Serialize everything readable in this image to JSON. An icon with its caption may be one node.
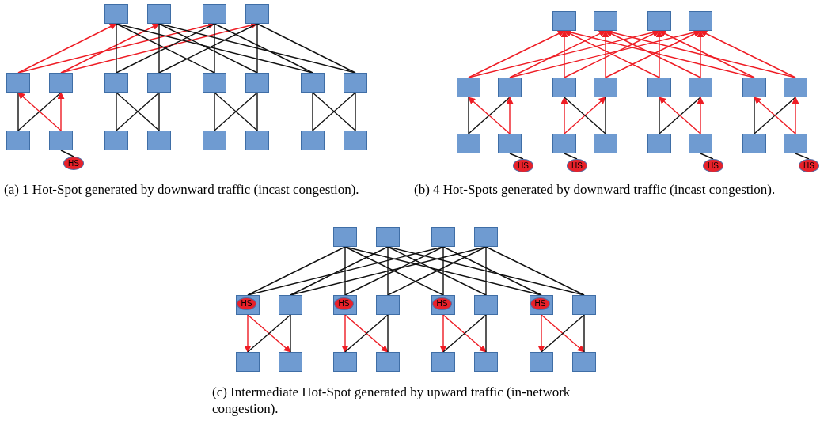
{
  "diagram": {
    "nodes": [
      {
        "text": [],
        "shape": "box"
      },
      {
        "text": [],
        "shape": "box"
      },
      {
        "text": [],
        "shape": "box"
      },
      {
        "text": [],
        "shape": "box"
      },
      {
        "text": [],
        "shape": "box"
      },
      {
        "text": [],
        "shape": "box"
      },
      {
        "text": [],
        "shape": "box"
      },
      {
        "text": [],
        "shape": "box"
      },
      {
        "text": [],
        "shape": "box"
      },
      {
        "text": [],
        "shape": "box"
      },
      {
        "text": [],
        "shape": "box"
      },
      {
        "text": [],
        "shape": "box"
      },
      {
        "text": [],
        "shape": "box"
      },
      {
        "text": [],
        "shape": "box"
      },
      {
        "text": [],
        "shape": "box"
      },
      {
        "text": [],
        "shape": "box"
      },
      {
        "text": [],
        "shape": "box"
      },
      {
        "text": [],
        "shape": "box"
      },
      {
        "text": [],
        "shape": "box"
      },
      {
        "text": [],
        "shape": "box"
      },
      {
        "text": [
          "HS"
        ]
      },
      {
        "text": [],
        "shape": "box"
      },
      {
        "text": [],
        "shape": "box"
      },
      {
        "text": [],
        "shape": "box"
      },
      {
        "text": [],
        "shape": "box"
      },
      {
        "text": [],
        "shape": "box"
      },
      {
        "text": [],
        "shape": "box"
      },
      {
        "text": [],
        "shape": "box"
      },
      {
        "text": [],
        "shape": "box"
      },
      {
        "text": [],
        "shape": "box"
      },
      {
        "text": [],
        "shape": "box"
      },
      {
        "text": [],
        "shape": "box"
      },
      {
        "text": [],
        "shape": "box"
      },
      {
        "text": [],
        "shape": "box"
      },
      {
        "text": [],
        "shape": "box"
      },
      {
        "text": [],
        "shape": "box"
      },
      {
        "text": [],
        "shape": "box"
      },
      {
        "text": [],
        "shape": "box"
      },
      {
        "text": [],
        "shape": "box"
      },
      {
        "text": [],
        "shape": "box"
      },
      {
        "text": [],
        "shape": "box"
      },
      {
        "text": [
          "HS"
        ]
      },
      {
        "text": [
          "HS"
        ]
      },
      {
        "text": [
          "HS"
        ]
      },
      {
        "text": [
          "HS"
        ]
      },
      {
        "text": [],
        "shape": "box"
      },
      {
        "text": [],
        "shape": "box"
      },
      {
        "text": [],
        "shape": "box"
      },
      {
        "text": [],
        "shape": "box"
      },
      {
        "text": [],
        "shape": "box"
      },
      {
        "text": [],
        "shape": "box"
      },
      {
        "text": [],
        "shape": "box"
      },
      {
        "text": [],
        "shape": "box"
      },
      {
        "text": [],
        "shape": "box"
      },
      {
        "text": [],
        "shape": "box"
      },
      {
        "text": [],
        "shape": "box"
      },
      {
        "text": [],
        "shape": "box"
      },
      {
        "text": [],
        "shape": "box"
      },
      {
        "text": [],
        "shape": "box"
      },
      {
        "text": [],
        "shape": "box"
      },
      {
        "text": [],
        "shape": "box"
      },
      {
        "text": [],
        "shape": "box"
      },
      {
        "text": [],
        "shape": "box"
      },
      {
        "text": [],
        "shape": "box"
      },
      {
        "text": [],
        "shape": "box"
      },
      {
        "text": [
          "HS"
        ],
        "in": 49
      },
      {
        "text": [
          "HS"
        ],
        "in": 51
      },
      {
        "text": [
          "HS"
        ],
        "in": 53
      },
      {
        "text": [
          "HS"
        ],
        "in": 55
      }
    ],
    "edges": [
      {
        "from": 4,
        "to": 0,
        "arrow": "to",
        "color": "#ee1c24"
      },
      {
        "from": 4,
        "to": 2,
        "arrow": "to",
        "color": "#ee1c24"
      },
      {
        "from": 5,
        "to": 1,
        "arrow": "to",
        "color": "#ee1c24"
      },
      {
        "from": 5,
        "to": 3,
        "arrow": "to",
        "color": "#ee1c24"
      },
      {
        "from": 6,
        "to": 0,
        "arrow": "none"
      },
      {
        "from": 6,
        "to": 2,
        "arrow": "none"
      },
      {
        "from": 7,
        "to": 1,
        "arrow": "none"
      },
      {
        "from": 7,
        "to": 3,
        "arrow": "none"
      },
      {
        "from": 8,
        "to": 0,
        "arrow": "none"
      },
      {
        "from": 8,
        "to": 2,
        "arrow": "none"
      },
      {
        "from": 9,
        "to": 1,
        "arrow": "none"
      },
      {
        "from": 9,
        "to": 3,
        "arrow": "none"
      },
      {
        "from": 10,
        "to": 0,
        "arrow": "none"
      },
      {
        "from": 10,
        "to": 2,
        "arrow": "none"
      },
      {
        "from": 11,
        "to": 1,
        "arrow": "none"
      },
      {
        "from": 11,
        "to": 3,
        "arrow": "none"
      },
      {
        "from": 12,
        "to": 4,
        "arrow": "none"
      },
      {
        "from": 12,
        "to": 5,
        "arrow": "none"
      },
      {
        "from": 13,
        "to": 4,
        "arrow": "to",
        "color": "#ee1c24"
      },
      {
        "from": 13,
        "to": 5,
        "arrow": "to",
        "color": "#ee1c24"
      },
      {
        "from": 14,
        "to": 6,
        "arrow": "none"
      },
      {
        "from": 14,
        "to": 7,
        "arrow": "none"
      },
      {
        "from": 15,
        "to": 6,
        "arrow": "none"
      },
      {
        "from": 15,
        "to": 7,
        "arrow": "none"
      },
      {
        "from": 16,
        "to": 8,
        "arrow": "none"
      },
      {
        "from": 16,
        "to": 9,
        "arrow": "none"
      },
      {
        "from": 17,
        "to": 8,
        "arrow": "none"
      },
      {
        "from": 17,
        "to": 9,
        "arrow": "none"
      },
      {
        "from": 18,
        "to": 10,
        "arrow": "none"
      },
      {
        "from": 18,
        "to": 11,
        "arrow": "none"
      },
      {
        "from": 19,
        "to": 10,
        "arrow": "none"
      },
      {
        "from": 19,
        "to": 11,
        "arrow": "none"
      },
      {
        "from": 20,
        "to": 13,
        "arrow": "none"
      },
      {
        "from": 25,
        "to": 21,
        "arrow": "to",
        "color": "#ee1c24"
      },
      {
        "from": 25,
        "to": 23,
        "arrow": "to",
        "color": "#ee1c24"
      },
      {
        "from": 26,
        "to": 22,
        "arrow": "to",
        "color": "#ee1c24"
      },
      {
        "from": 26,
        "to": 24,
        "arrow": "to",
        "color": "#ee1c24"
      },
      {
        "from": 27,
        "to": 21,
        "arrow": "to",
        "color": "#ee1c24"
      },
      {
        "from": 27,
        "to": 23,
        "arrow": "to",
        "color": "#ee1c24"
      },
      {
        "from": 28,
        "to": 22,
        "arrow": "to",
        "color": "#ee1c24"
      },
      {
        "from": 28,
        "to": 24,
        "arrow": "to",
        "color": "#ee1c24"
      },
      {
        "from": 29,
        "to": 21,
        "arrow": "to",
        "color": "#ee1c24"
      },
      {
        "from": 29,
        "to": 23,
        "arrow": "to",
        "color": "#ee1c24"
      },
      {
        "from": 30,
        "to": 22,
        "arrow": "to",
        "color": "#ee1c24"
      },
      {
        "from": 30,
        "to": 24,
        "arrow": "to",
        "color": "#ee1c24"
      },
      {
        "from": 31,
        "to": 21,
        "arrow": "to",
        "color": "#ee1c24"
      },
      {
        "from": 31,
        "to": 23,
        "arrow": "to",
        "color": "#ee1c24"
      },
      {
        "from": 32,
        "to": 22,
        "arrow": "to",
        "color": "#ee1c24"
      },
      {
        "from": 32,
        "to": 24,
        "arrow": "to",
        "color": "#ee1c24"
      },
      {
        "from": 33,
        "to": 25,
        "arrow": "none"
      },
      {
        "from": 33,
        "to": 26,
        "arrow": "none"
      },
      {
        "from": 34,
        "to": 25,
        "arrow": "to",
        "color": "#ee1c24"
      },
      {
        "from": 34,
        "to": 26,
        "arrow": "to",
        "color": "#ee1c24"
      },
      {
        "from": 35,
        "to": 27,
        "arrow": "to",
        "color": "#ee1c24"
      },
      {
        "from": 35,
        "to": 28,
        "arrow": "to",
        "color": "#ee1c24"
      },
      {
        "from": 36,
        "to": 27,
        "arrow": "none"
      },
      {
        "from": 36,
        "to": 28,
        "arrow": "none"
      },
      {
        "from": 37,
        "to": 29,
        "arrow": "none"
      },
      {
        "from": 37,
        "to": 30,
        "arrow": "none"
      },
      {
        "from": 38,
        "to": 29,
        "arrow": "to",
        "color": "#ee1c24"
      },
      {
        "from": 38,
        "to": 30,
        "arrow": "to",
        "color": "#ee1c24"
      },
      {
        "from": 39,
        "to": 31,
        "arrow": "none"
      },
      {
        "from": 39,
        "to": 32,
        "arrow": "none"
      },
      {
        "from": 40,
        "to": 31,
        "arrow": "to",
        "color": "#ee1c24"
      },
      {
        "from": 40,
        "to": 32,
        "arrow": "to",
        "color": "#ee1c24"
      },
      {
        "from": 41,
        "to": 34,
        "arrow": "none"
      },
      {
        "from": 42,
        "to": 35,
        "arrow": "none"
      },
      {
        "from": 43,
        "to": 38,
        "arrow": "none"
      },
      {
        "from": 44,
        "to": 40,
        "arrow": "none"
      },
      {
        "from": 49,
        "to": 45,
        "arrow": "none"
      },
      {
        "from": 49,
        "to": 47,
        "arrow": "none"
      },
      {
        "from": 50,
        "to": 46,
        "arrow": "none"
      },
      {
        "from": 50,
        "to": 48,
        "arrow": "none"
      },
      {
        "from": 51,
        "to": 45,
        "arrow": "none"
      },
      {
        "from": 51,
        "to": 47,
        "arrow": "none"
      },
      {
        "from": 52,
        "to": 46,
        "arrow": "none"
      },
      {
        "from": 52,
        "to": 48,
        "arrow": "none"
      },
      {
        "from": 53,
        "to": 45,
        "arrow": "none"
      },
      {
        "from": 53,
        "to": 47,
        "arrow": "none"
      },
      {
        "from": 54,
        "to": 46,
        "arrow": "none"
      },
      {
        "from": 54,
        "to": 48,
        "arrow": "none"
      },
      {
        "from": 55,
        "to": 45,
        "arrow": "none"
      },
      {
        "from": 55,
        "to": 47,
        "arrow": "none"
      },
      {
        "from": 56,
        "to": 46,
        "arrow": "none"
      },
      {
        "from": 56,
        "to": 48,
        "arrow": "none"
      },
      {
        "from": 49,
        "to": 57,
        "arrow": "to",
        "color": "#ee1c24"
      },
      {
        "from": 49,
        "to": 58,
        "arrow": "to",
        "color": "#ee1c24"
      },
      {
        "from": 50,
        "to": 57,
        "arrow": "none"
      },
      {
        "from": 50,
        "to": 58,
        "arrow": "none"
      },
      {
        "from": 51,
        "to": 59,
        "arrow": "to",
        "color": "#ee1c24"
      },
      {
        "from": 51,
        "to": 60,
        "arrow": "to",
        "color": "#ee1c24"
      },
      {
        "from": 52,
        "to": 59,
        "arrow": "none"
      },
      {
        "from": 52,
        "to": 60,
        "arrow": "none"
      },
      {
        "from": 53,
        "to": 61,
        "arrow": "to",
        "color": "#ee1c24"
      },
      {
        "from": 53,
        "to": 62,
        "arrow": "to",
        "color": "#ee1c24"
      },
      {
        "from": 54,
        "to": 61,
        "arrow": "none"
      },
      {
        "from": 54,
        "to": 62,
        "arrow": "none"
      },
      {
        "from": 55,
        "to": 63,
        "arrow": "to",
        "color": "#ee1c24"
      },
      {
        "from": 55,
        "to": 64,
        "arrow": "to",
        "color": "#ee1c24"
      },
      {
        "from": 56,
        "to": 63,
        "arrow": "none"
      },
      {
        "from": 56,
        "to": 64,
        "arrow": "none"
      }
    ],
    "labels": [
      "(a) 1 Hot-Spot generated by downward traffic (incast congestion).",
      "(b) 4 Hot-Spots generated by downward traffic (incast congestion).",
      "(c) Intermediate Hot-Spot generated by upward traffic (in-network congestion)."
    ]
  }
}
